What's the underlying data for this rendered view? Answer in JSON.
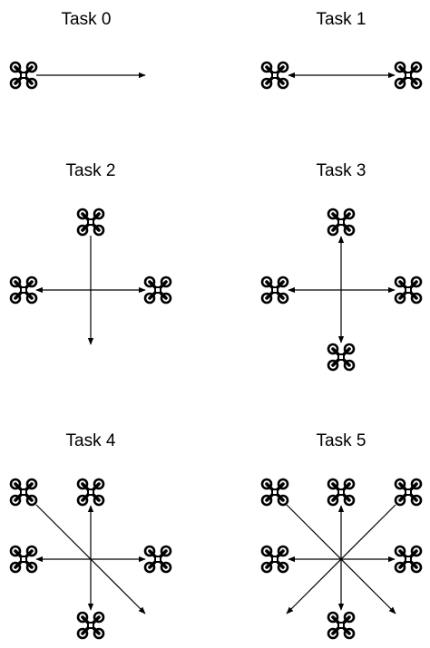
{
  "tasks": [
    {
      "title": "Task 0"
    },
    {
      "title": "Task 1"
    },
    {
      "title": "Task 2"
    },
    {
      "title": "Task 3"
    },
    {
      "title": "Task 4"
    },
    {
      "title": "Task 5"
    }
  ],
  "colors": {
    "ink": "#000000",
    "background": "#ffffff"
  },
  "icons": {
    "drone": "quadcopter-icon"
  }
}
